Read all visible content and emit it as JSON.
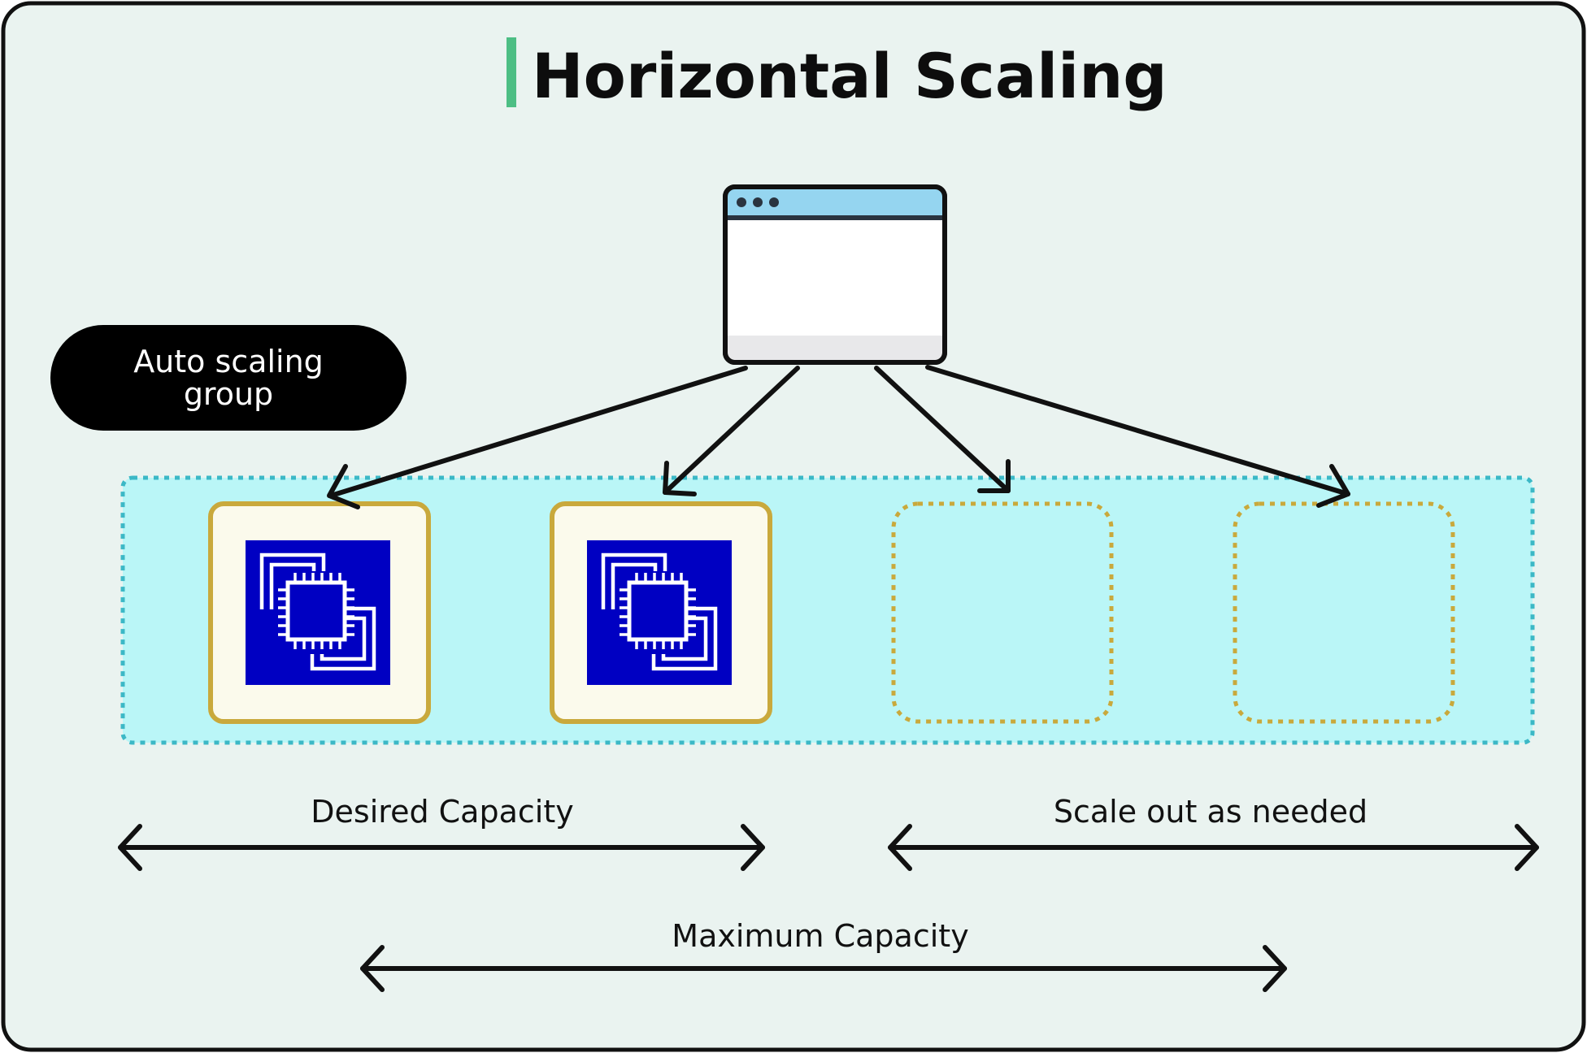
{
  "title": "Horizontal Scaling",
  "group_label_line1": "Auto scaling",
  "group_label_line2": "group",
  "labels": {
    "desired": "Desired Capacity",
    "scale_out": "Scale out as needed",
    "maximum": "Maximum Capacity"
  },
  "nodes": {
    "client": "browser-window-icon",
    "instances": [
      {
        "state": "running",
        "icon": "ec2-instance-icon"
      },
      {
        "state": "running",
        "icon": "ec2-instance-icon"
      },
      {
        "state": "placeholder"
      },
      {
        "state": "placeholder"
      }
    ]
  },
  "colors": {
    "background": "#EAF3F0",
    "title_accent": "#4DBE84",
    "group_fill": "#BAF6F7",
    "group_border": "#3CB8C6",
    "instance_border": "#C9A93C",
    "instance_fill": "#FBFAEC",
    "chip_fill": "#0000C2",
    "browser_bar": "#95D5F0",
    "pill_fill": "#000000"
  }
}
